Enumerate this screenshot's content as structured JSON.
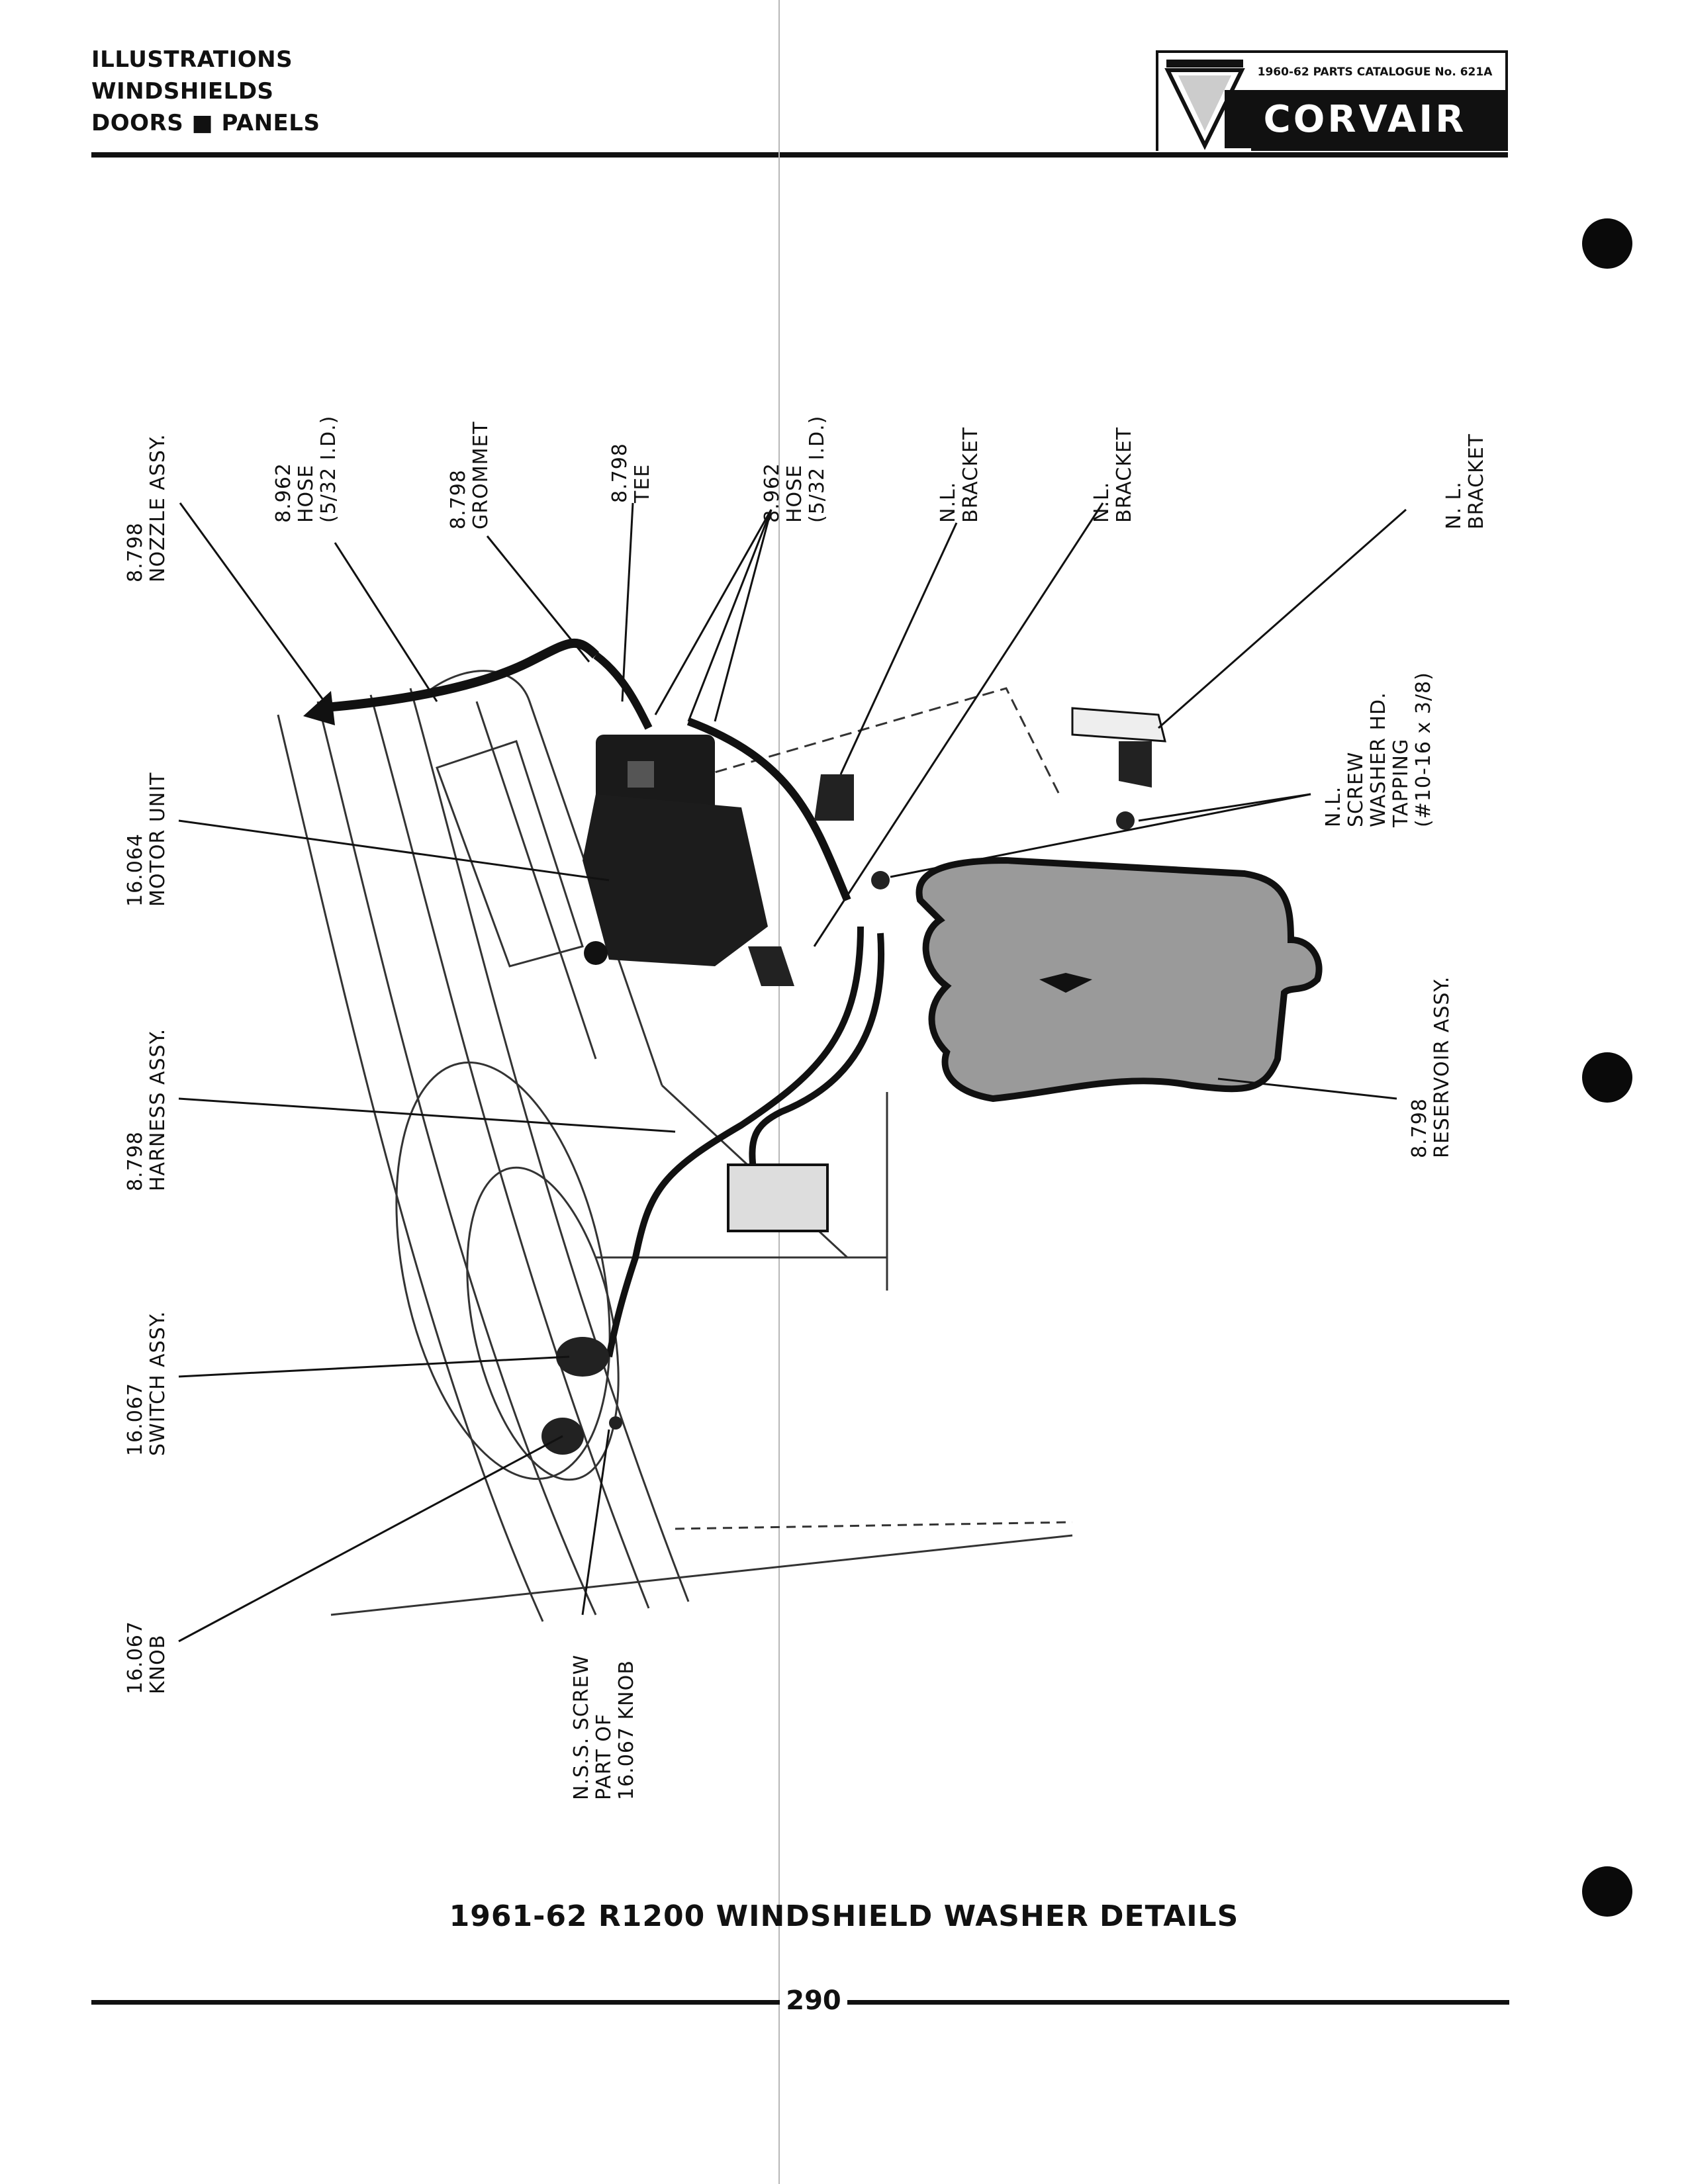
{
  "header": {
    "line1": "ILLUSTRATIONS",
    "line2": "WINDSHIELDS",
    "line3": "DOORS ■ PANELS"
  },
  "logo": {
    "catalog_text": "1960-62 PARTS CATALOGUE No. 621A",
    "brand": "CORVAIR"
  },
  "callouts": {
    "nozzle": {
      "num": "8.798",
      "name": "NOZZLE ASSY."
    },
    "hose1": {
      "num": "8.962",
      "name": "HOSE",
      "spec": "(5/32 I.D.)"
    },
    "grommet": {
      "num": "8.798",
      "name": "GROMMET"
    },
    "tee": {
      "num": "8.798",
      "name": "TEE"
    },
    "hose2": {
      "num": "8.962",
      "name": "HOSE",
      "spec": "(5/32 I.D.)"
    },
    "bracket1": {
      "num": "N.L.",
      "name": "BRACKET"
    },
    "bracket2": {
      "num": "N.L.",
      "name": "BRACKET"
    },
    "bracket3": {
      "num": "N. L.",
      "name": "BRACKET"
    },
    "screw": {
      "l1": "N.L.",
      "l2": "SCREW",
      "l3": "WASHER HD.",
      "l4": "TAPPING",
      "l5": "(#10-16 x 3/8)"
    },
    "motor": {
      "num": "16.064",
      "name": "MOTOR UNIT"
    },
    "reservoir": {
      "num": "8.798",
      "name": "RESERVOIR ASSY."
    },
    "harness": {
      "num": "8.798",
      "name": "HARNESS ASSY."
    },
    "switch": {
      "num": "16.067",
      "name": "SWITCH ASSY."
    },
    "knob": {
      "num": "16.067",
      "name": "KNOB"
    },
    "nss": {
      "l1": "N.S.S. SCREW",
      "l2": "PART OF",
      "l3": "16.067 KNOB"
    }
  },
  "caption": "1961-62 R1200 WINDSHIELD WASHER DETAILS",
  "page_number": "290"
}
